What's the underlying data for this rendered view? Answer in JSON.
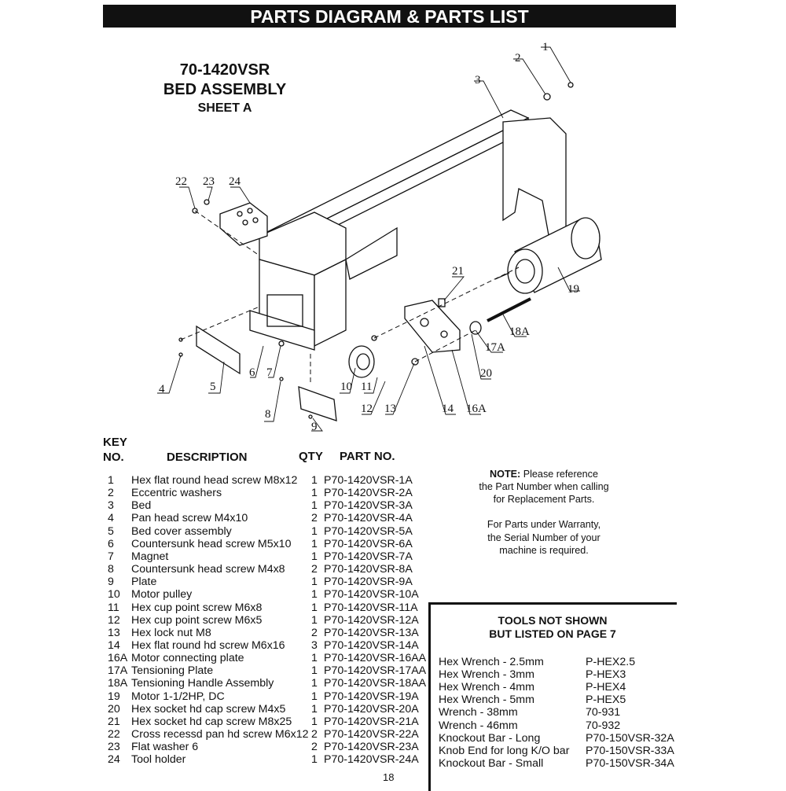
{
  "title": "PARTS DIAGRAM & PARTS LIST",
  "model": {
    "number": "70-1420VSR",
    "assembly": "BED ASSEMBLY",
    "sheet": "SHEET A"
  },
  "diagram_callouts": [
    "1",
    "2",
    "3",
    "22",
    "23",
    "24",
    "21",
    "19",
    "18A",
    "17A",
    "20",
    "4",
    "5",
    "6",
    "7",
    "10",
    "11",
    "12",
    "13",
    "14",
    "16A",
    "8",
    "9"
  ],
  "parts_list": {
    "headers": {
      "key_line1": "KEY",
      "key_line2": "NO.",
      "description": "DESCRIPTION",
      "qty": "QTY",
      "part_no": "PART NO."
    },
    "rows": [
      {
        "key": "1",
        "description": "Hex flat round head screw M8x12",
        "qty": "1",
        "part_no": "P70-1420VSR-1A"
      },
      {
        "key": "2",
        "description": "Eccentric washers",
        "qty": "1",
        "part_no": "P70-1420VSR-2A"
      },
      {
        "key": "3",
        "description": "Bed",
        "qty": "1",
        "part_no": "P70-1420VSR-3A"
      },
      {
        "key": "4",
        "description": "Pan head screw M4x10",
        "qty": "2",
        "part_no": "P70-1420VSR-4A"
      },
      {
        "key": "5",
        "description": "Bed cover assembly",
        "qty": "1",
        "part_no": "P70-1420VSR-5A"
      },
      {
        "key": "6",
        "description": "Countersunk head screw M5x10",
        "qty": "1",
        "part_no": "P70-1420VSR-6A"
      },
      {
        "key": "7",
        "description": "Magnet",
        "qty": "1",
        "part_no": "P70-1420VSR-7A"
      },
      {
        "key": "8",
        "description": "Countersunk head screw M4x8",
        "qty": "2",
        "part_no": "P70-1420VSR-8A"
      },
      {
        "key": "9",
        "description": "Plate",
        "qty": "1",
        "part_no": "P70-1420VSR-9A"
      },
      {
        "key": "10",
        "description": "Motor pulley",
        "qty": "1",
        "part_no": "P70-1420VSR-10A"
      },
      {
        "key": "11",
        "description": "Hex cup point screw M6x8",
        "qty": "1",
        "part_no": "P70-1420VSR-11A"
      },
      {
        "key": "12",
        "description": "Hex cup point screw M6x5",
        "qty": "1",
        "part_no": "P70-1420VSR-12A"
      },
      {
        "key": "13",
        "description": "Hex lock nut M8",
        "qty": "2",
        "part_no": "P70-1420VSR-13A"
      },
      {
        "key": "14",
        "description": "Hex flat round hd screw M6x16",
        "qty": "3",
        "part_no": "P70-1420VSR-14A"
      },
      {
        "key": "16A",
        "description": "Motor connecting plate",
        "qty": "1",
        "part_no": "P70-1420VSR-16AA"
      },
      {
        "key": "17A",
        "description": "Tensioning Plate",
        "qty": "1",
        "part_no": "P70-1420VSR-17AA"
      },
      {
        "key": "18A",
        "description": "Tensioning Handle Assembly",
        "qty": "1",
        "part_no": "P70-1420VSR-18AA"
      },
      {
        "key": "19",
        "description": "Motor 1-1/2HP, DC",
        "qty": "1",
        "part_no": "P70-1420VSR-19A"
      },
      {
        "key": "20",
        "description": "Hex socket hd cap screw M4x5",
        "qty": "1",
        "part_no": "P70-1420VSR-20A"
      },
      {
        "key": "21",
        "description": "Hex socket hd cap screw M8x25",
        "qty": "1",
        "part_no": "P70-1420VSR-21A"
      },
      {
        "key": "22",
        "description": "Cross recessd pan hd screw M6x12",
        "qty": "2",
        "part_no": "P70-1420VSR-22A"
      },
      {
        "key": "23",
        "description": "Flat washer 6",
        "qty": "2",
        "part_no": "P70-1420VSR-23A"
      },
      {
        "key": "24",
        "description": "Tool holder",
        "qty": "1",
        "part_no": "P70-1420VSR-24A"
      }
    ]
  },
  "note": {
    "label": "NOTE:",
    "lines": [
      " Please reference",
      "the Part Number when calling",
      "for Replacement Parts.",
      "For Parts under Warranty,",
      "the Serial Number of your",
      "machine is required."
    ]
  },
  "tools": {
    "heading_line1": "TOOLS NOT SHOWN",
    "heading_line2": "BUT LISTED ON PAGE 7",
    "rows": [
      {
        "name": "Hex Wrench - 2.5mm",
        "part_no": "P-HEX2.5"
      },
      {
        "name": "Hex Wrench - 3mm",
        "part_no": "P-HEX3"
      },
      {
        "name": "Hex Wrench - 4mm",
        "part_no": "P-HEX4"
      },
      {
        "name": "Hex Wrench - 5mm",
        "part_no": "P-HEX5"
      },
      {
        "name": "Wrench - 38mm",
        "part_no": "70-931"
      },
      {
        "name": "Wrench - 46mm",
        "part_no": "70-932"
      },
      {
        "name": "Knockout Bar - Long",
        "part_no": "P70-150VSR-32A"
      },
      {
        "name": "Knob End for long K/O bar",
        "part_no": "P70-150VSR-33A"
      },
      {
        "name": "Knockout Bar - Small",
        "part_no": "P70-150VSR-34A"
      }
    ]
  },
  "page_number": "18"
}
